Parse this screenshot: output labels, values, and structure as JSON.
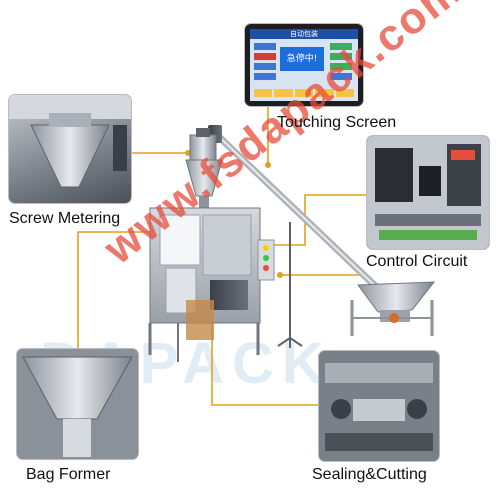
{
  "labels": {
    "touching_screen": "Touching Screen",
    "screw_metering": "Screw Metering",
    "control_circuit": "Control Circuit",
    "bag_former": "Bag Former",
    "sealing_cutting": "Sealing&Cutting"
  },
  "hmi": {
    "title": "自动包装",
    "status": "急停中!"
  },
  "watermark": "www.fsdapack.com",
  "colors": {
    "leader_line": "#e0a21a",
    "watermark": "#e74c3c",
    "hmi_blue": "#1d6ddc"
  }
}
